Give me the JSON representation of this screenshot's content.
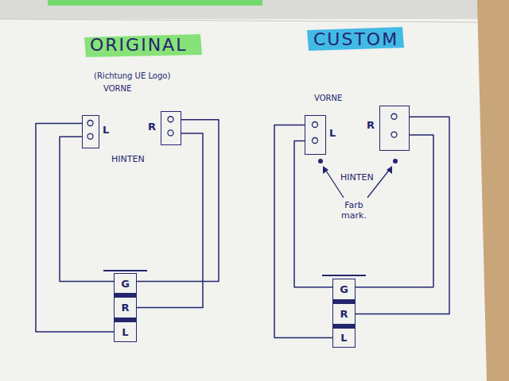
{
  "diagram": {
    "nodes": [
      {
        "text": [
          "L"
        ]
      },
      {
        "text": [
          "R"
        ]
      },
      {
        "text": [
          "G"
        ]
      },
      {
        "text": [
          "R"
        ]
      },
      {
        "text": [
          "L"
        ]
      },
      {
        "text": [
          "L"
        ]
      },
      {
        "text": [
          "R"
        ]
      },
      {
        "text": [
          "G"
        ]
      },
      {
        "text": [
          "R"
        ]
      },
      {
        "text": [
          "L"
        ]
      }
    ],
    "edges": [
      {
        "from": 0,
        "to": 4,
        "arrow": "none"
      },
      {
        "from": 0,
        "to": 2,
        "arrow": "none"
      },
      {
        "from": 1,
        "to": 2,
        "arrow": "none"
      },
      {
        "from": 1,
        "to": 3,
        "arrow": "none"
      },
      {
        "from": 5,
        "to": 9,
        "arrow": "none"
      },
      {
        "from": 5,
        "to": 7,
        "arrow": "none"
      },
      {
        "from": 6,
        "to": 8,
        "arrow": "none"
      },
      {
        "from": 6,
        "to": 7,
        "arrow": "none"
      }
    ],
    "labels": [
      "ORIGINAL",
      "(Richtung UE Logo)",
      "VORNE",
      "HINTEN",
      "CUSTOM",
      "VORNE",
      "HINTEN",
      "Farb mark."
    ]
  }
}
